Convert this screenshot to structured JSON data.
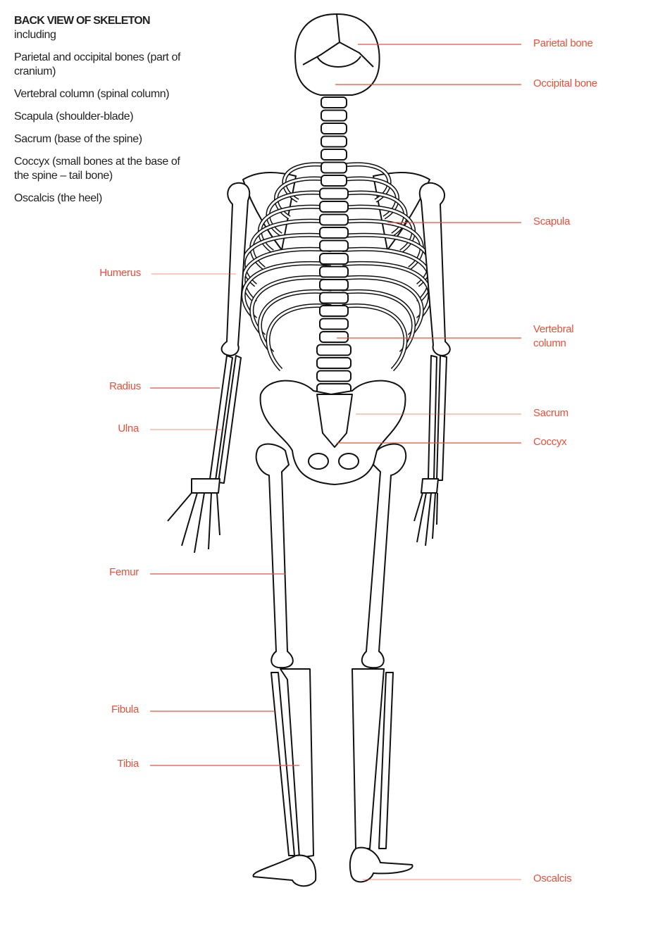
{
  "intro": {
    "title": "BACK VIEW OF SKELETON",
    "subtitle": "including",
    "items": [
      "Parietal and occipital bones (part of cranium)",
      "Vertebral column (spinal column)",
      "Scapula (shoulder-blade)",
      "Sacrum (base of the spine)",
      "Coccyx (small bones at the base of the spine – tail bone)",
      "Oscalcis (the heel)"
    ]
  },
  "labels": {
    "parietal": "Parietal bone",
    "occipital": "Occipital bone",
    "scapula": "Scapula",
    "vertebral_1": "Vertebral",
    "vertebral_2": "column",
    "sacrum": "Sacrum",
    "coccyx": "Coccyx",
    "oscalcis": "Oscalcis",
    "humerus": "Humerus",
    "radius": "Radius",
    "ulna": "Ulna",
    "femur": "Femur",
    "fibula": "Fibula",
    "tibia": "Tibia"
  },
  "colors": {
    "label": "#e8503a",
    "text": "#222222",
    "outline": "#111111"
  }
}
